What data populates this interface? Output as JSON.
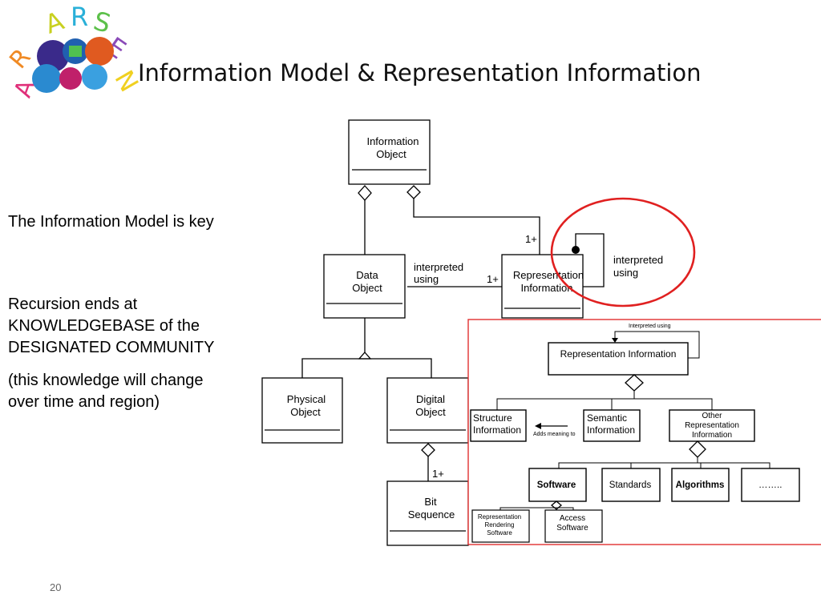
{
  "slide": {
    "title": "Information Model & Representation Information",
    "page_number": "20",
    "logo_letters": "ARSENZ"
  },
  "left_text": {
    "key_statement": "The Information Model is key",
    "recursion_lines": [
      "Recursion ends at",
      "KNOWLEDGEBASE of the",
      "DESIGNATED COMMUNITY"
    ],
    "change_lines": [
      "(this knowledge will change",
      "over time and region)"
    ]
  },
  "diagram": {
    "info_object": [
      "Information",
      "Object"
    ],
    "data_object": [
      "Data",
      "Object"
    ],
    "rep_info": [
      "Representation",
      "Information"
    ],
    "physical_object": [
      "Physical",
      "Object"
    ],
    "digital_object": [
      "Digital",
      "Object"
    ],
    "bit_sequence": [
      "Bit",
      "Sequence"
    ],
    "interpreted_using_link": [
      "interpreted",
      "using"
    ],
    "interpreted_using_self": [
      "interpreted",
      "using"
    ],
    "mult_info_rep": "1+",
    "mult_data_rep": "1+",
    "mult_bits": "1+"
  },
  "detail_diagram": {
    "top_label": "Interpreted using",
    "rep_info": "Representation Information",
    "structure": [
      "Structure",
      "Information"
    ],
    "adds_meaning": "Adds meaning to",
    "semantic": [
      "Semantic",
      "Information"
    ],
    "other": [
      "Other",
      "Representation",
      "Information"
    ],
    "software": "Software",
    "standards": "Standards",
    "algorithms": "Algorithms",
    "ellipsis": "……..",
    "rep_rendering": [
      "Representation",
      "Rendering",
      "Software"
    ],
    "access_software": [
      "Access",
      "Software"
    ]
  },
  "colors": {
    "highlight_circle": "#e02020",
    "detail_border": "#e23030"
  }
}
